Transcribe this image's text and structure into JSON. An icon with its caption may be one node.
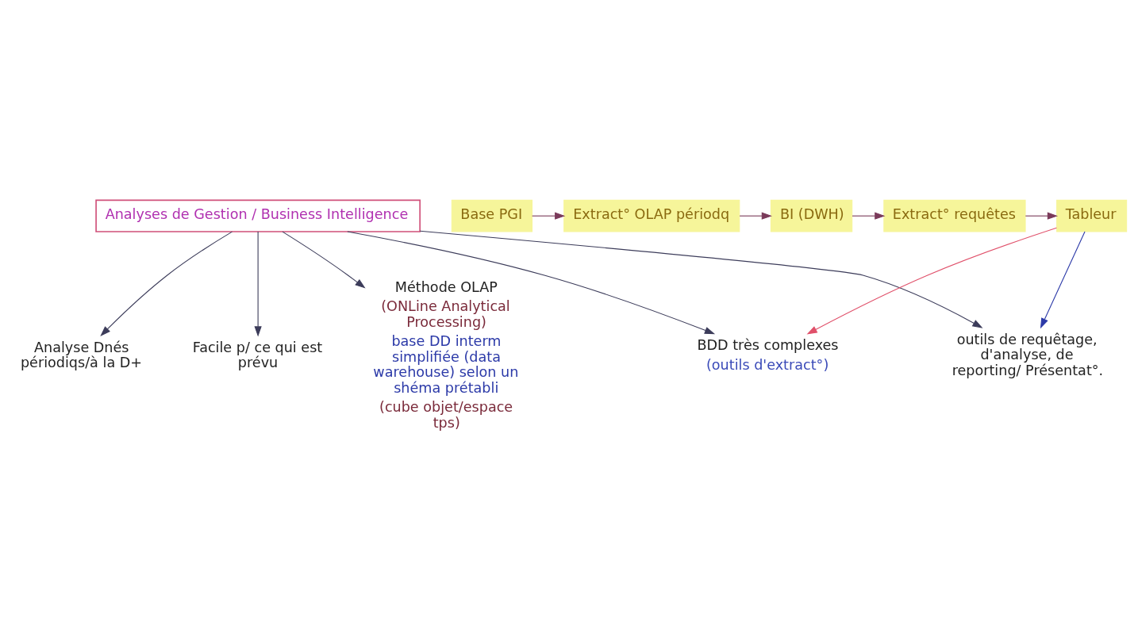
{
  "diagram": {
    "nodes": [
      {
        "text": [
          "Analyses de Gestion / Business Intelligence"
        ]
      },
      {
        "text": [
          "Analyse Dnés périodiqs/à la D+"
        ]
      },
      {
        "text": [
          "Facile p/ ce qui est prévu"
        ]
      },
      {
        "text": [
          "outils de requêtage, d'analyse, de reporting/ Présentat°."
        ]
      },
      {
        "text": [
          "BDD très complexes",
          "(outils d'extract°)"
        ]
      },
      {
        "text": [
          "Méthode OLAP",
          "(ONLine Analytical Processing)",
          "base DD interm simplifiée (data warehouse) selon un shéma prétabli",
          "(cube objet/espace tps)"
        ]
      },
      {
        "text": [
          "Base PGI"
        ]
      },
      {
        "text": [
          "Extract° OLAP périodq"
        ]
      },
      {
        "text": [
          "BI (DWH)"
        ]
      },
      {
        "text": [
          "Extract° requêtes"
        ]
      },
      {
        "text": [
          "Tableur"
        ]
      }
    ],
    "edges": [
      {
        "from": 0,
        "to": 1,
        "arrow": "to"
      },
      {
        "from": 0,
        "to": 2,
        "arrow": "to"
      },
      {
        "from": 0,
        "to": 3,
        "arrow": "to"
      },
      {
        "from": 0,
        "to": 4,
        "arrow": "to"
      },
      {
        "from": 0,
        "to": 5,
        "arrow": "to"
      },
      {
        "from": 6,
        "to": 7,
        "arrow": "to"
      },
      {
        "from": 7,
        "to": 8,
        "arrow": "to"
      },
      {
        "from": 8,
        "to": 9,
        "arrow": "to"
      },
      {
        "from": 9,
        "to": 10,
        "arrow": "to"
      },
      {
        "from": 10,
        "to": 4,
        "arrow": "to",
        "color": "#e0506a"
      },
      {
        "from": 10,
        "to": 3,
        "arrow": "to",
        "color": "#2c3aa8"
      }
    ]
  }
}
